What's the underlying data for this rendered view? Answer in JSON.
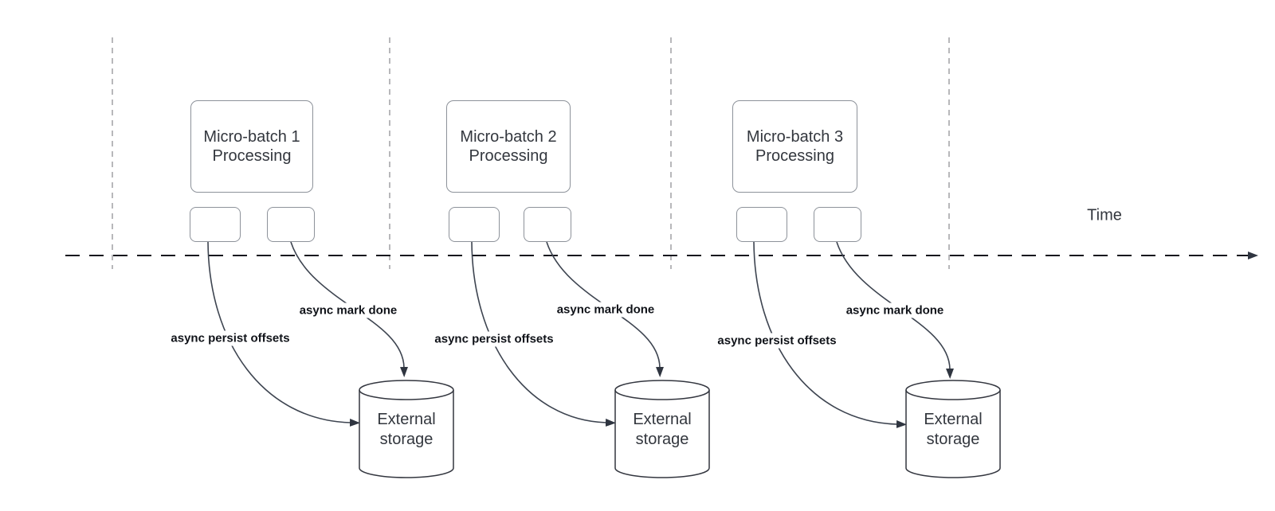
{
  "diagram": {
    "title_semantics": "Micro-batch stream processing timeline with asynchronous progress tracking",
    "time_axis_label": "Time",
    "batches": [
      {
        "box_label": "Micro-batch 1\nProcessing",
        "persist_label": "async persist offsets",
        "mark_done_label": "async mark done",
        "storage_label": "External\nstorage"
      },
      {
        "box_label": "Micro-batch 2\nProcessing",
        "persist_label": "async persist offsets",
        "mark_done_label": "async mark done",
        "storage_label": "External\nstorage"
      },
      {
        "box_label": "Micro-batch 3\nProcessing",
        "persist_label": "async persist offsets",
        "mark_done_label": "async mark done",
        "storage_label": "External\nstorage"
      }
    ],
    "colors": {
      "background": "#ffffff",
      "box_border": "#8d929a",
      "cylinder_stroke": "#33363f",
      "curve_stroke": "#3d4450",
      "arrowhead_fill": "#2f3540",
      "timeline_stroke": "#15151d",
      "gridline_stroke": "#ababaf",
      "node_text": "#33373e",
      "edge_label_text": "#101319"
    }
  }
}
